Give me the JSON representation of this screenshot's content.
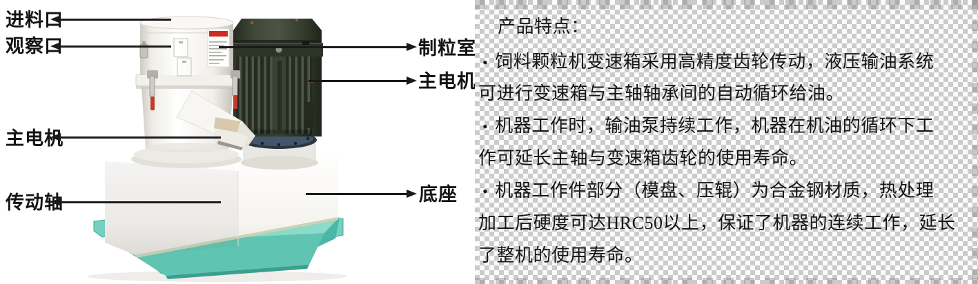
{
  "machine": {
    "callouts_left": [
      {
        "label": "进料口"
      },
      {
        "label": "观察口"
      },
      {
        "label": "主电机"
      },
      {
        "label": "传动轴"
      }
    ],
    "callouts_right": [
      {
        "label": "制粒室"
      },
      {
        "label": "主电机"
      },
      {
        "label": "底座"
      }
    ]
  },
  "features": {
    "heading": "产品特点：",
    "items": [
      {
        "bullet": "•",
        "text": "饲料颗粒机变速箱采用高精度齿轮传动，液压输油系统"
      },
      {
        "bullet": "",
        "text": "可进行变速箱与主轴轴承间的自动循环给油。"
      },
      {
        "bullet": "•",
        "text": "机器工作时，输油泵持续工作，机器在机油的循环下工"
      },
      {
        "bullet": "",
        "text": "作可延长主轴与变速箱齿轮的使用寿命。"
      },
      {
        "bullet": "•",
        "text": "机器工作件部分（模盘、压辊）为合金钢材质，热处理"
      },
      {
        "bullet": "",
        "text": "加工后硬度可达HRC50以上，保证了机器的连续工作，延长"
      },
      {
        "bullet": "",
        "text": "了整机的使用寿命。"
      }
    ]
  },
  "colors": {
    "skid_teal": "#6FCFBD",
    "motor_green": "#3A4136",
    "sticker_red": "#CF2B24",
    "checker_gray": "#CBCBCB",
    "arrow_black": "#1A1A1A"
  }
}
